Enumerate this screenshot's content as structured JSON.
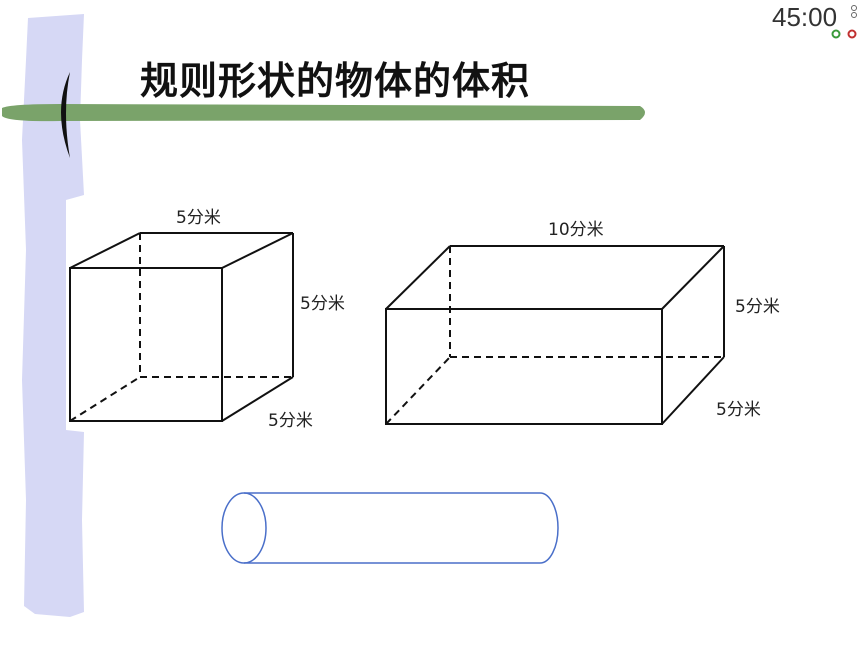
{
  "title": "规则形状的物体的体积",
  "timer": {
    "text": "45:00"
  },
  "cube": {
    "top_label": "5分米",
    "side_label": "5分米",
    "depth_label": "5分米"
  },
  "cuboid": {
    "top_label": "10分米",
    "side_label": "5分米",
    "depth_label": "5分米"
  },
  "colors": {
    "sidebar": "#d6d8f5",
    "title_bar": "#7aa36a",
    "cylinder_stroke": "#4a6fc9",
    "timer_dot_green": "#3a9a3a",
    "timer_dot_red": "#c03030"
  }
}
